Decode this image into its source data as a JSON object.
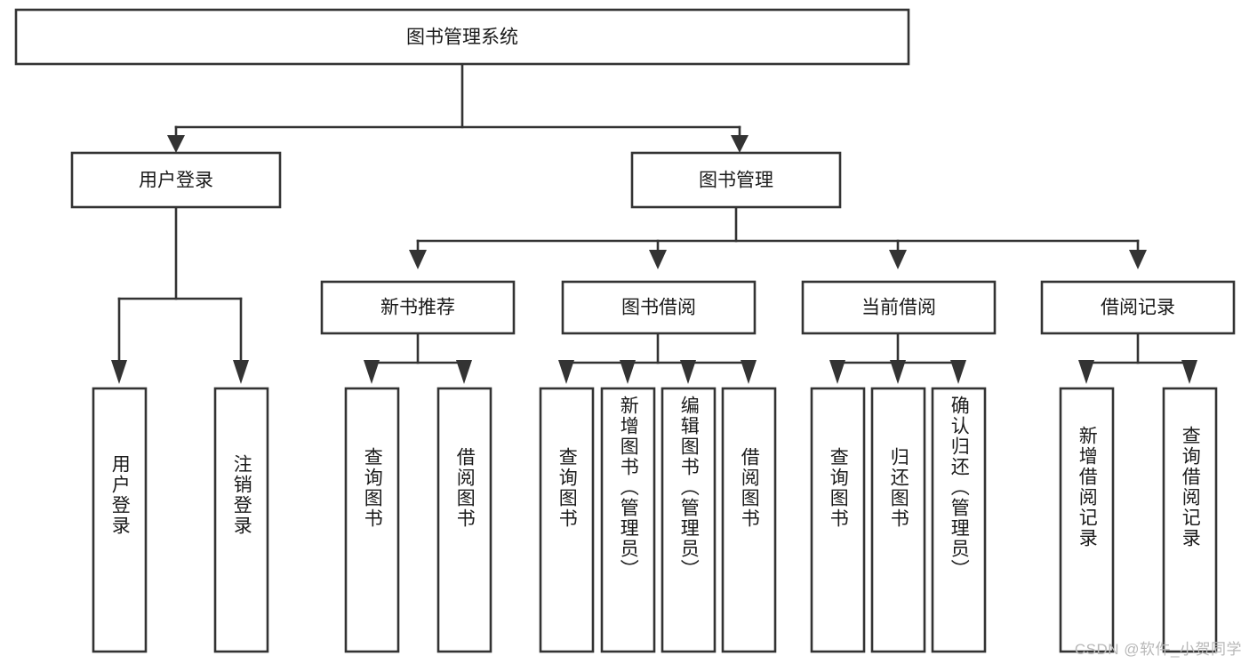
{
  "diagram": {
    "type": "tree",
    "title": "图书管理系统",
    "orientation": "top-down",
    "colors": {
      "box_stroke": "#333333",
      "box_fill": "#ffffff",
      "text": "#1a1a1a",
      "background": "#ffffff",
      "watermark": "#b8b8b8"
    },
    "root": {
      "label": "图书管理系统"
    },
    "level2": [
      {
        "label": "用户登录"
      },
      {
        "label": "图书管理"
      }
    ],
    "level3": [
      {
        "label": "新书推荐"
      },
      {
        "label": "图书借阅"
      },
      {
        "label": "当前借阅"
      },
      {
        "label": "借阅记录"
      }
    ],
    "leaves": {
      "user_login": [
        {
          "label": "用户登录"
        },
        {
          "label": "注销登录"
        }
      ],
      "new_book_recommend": [
        {
          "label": "查询图书"
        },
        {
          "label": "借阅图书"
        }
      ],
      "book_borrow": [
        {
          "label": "查询图书"
        },
        {
          "label": "新增图书（管理员）"
        },
        {
          "label": "编辑图书（管理员）"
        },
        {
          "label": "借阅图书"
        }
      ],
      "current_borrow": [
        {
          "label": "查询图书"
        },
        {
          "label": "归还图书"
        },
        {
          "label": "确认归还（管理员）"
        }
      ],
      "borrow_record": [
        {
          "label": "新增借阅记录"
        },
        {
          "label": "查询借阅记录"
        }
      ]
    }
  },
  "watermark": {
    "text": "CSDN @软件_小贺同学"
  }
}
